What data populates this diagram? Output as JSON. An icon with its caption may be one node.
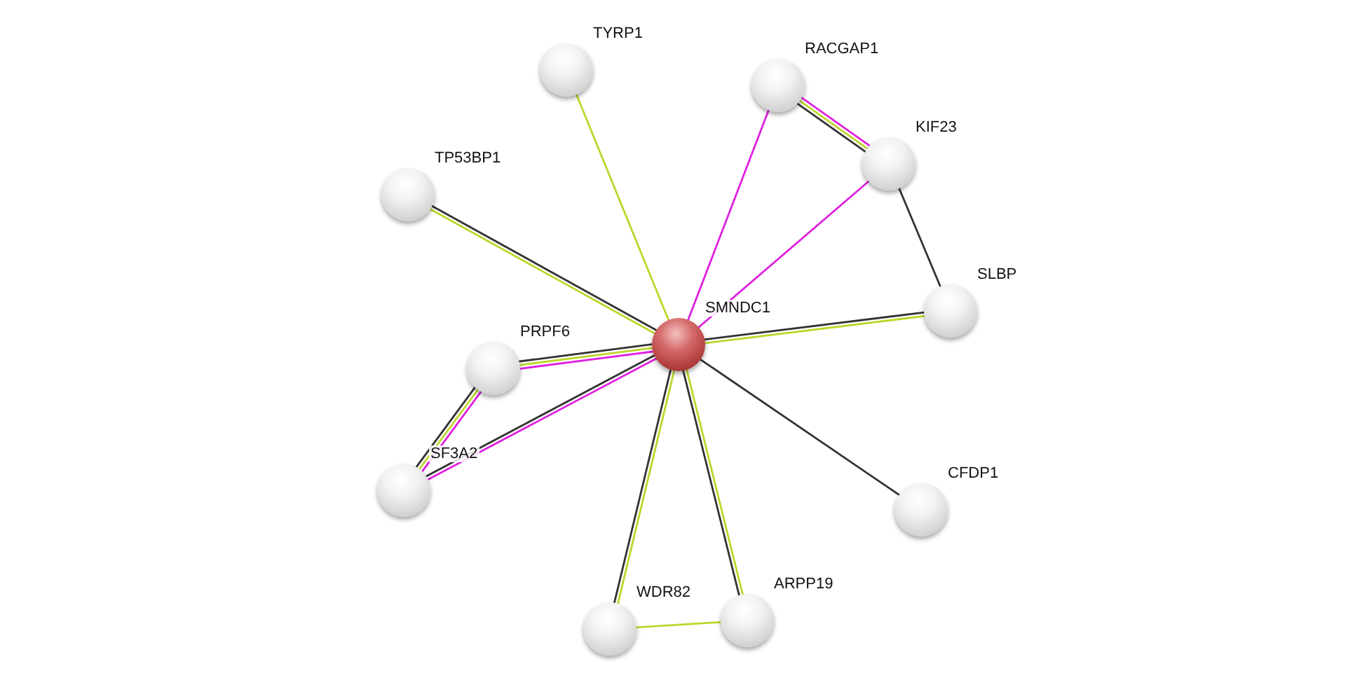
{
  "diagram": {
    "nodes": [
      {
        "text": [
          "SMNDC1"
        ]
      },
      {
        "text": [
          "TYRP1"
        ]
      },
      {
        "text": [
          "RACGAP1"
        ]
      },
      {
        "text": [
          "KIF23"
        ]
      },
      {
        "text": [
          "TP53BP1"
        ]
      },
      {
        "text": [
          "SLBP"
        ]
      },
      {
        "text": [
          "PRPF6"
        ]
      },
      {
        "text": [
          "SF3A2"
        ]
      },
      {
        "text": [
          "CFDP1"
        ]
      },
      {
        "text": [
          "WDR82"
        ]
      },
      {
        "text": [
          "ARPP19"
        ]
      }
    ],
    "edges": [
      {
        "from": 0,
        "to": 1,
        "arrow": "none",
        "color": "#bcd62a"
      },
      {
        "from": 0,
        "to": 2,
        "arrow": "none",
        "color": "#e020e0"
      },
      {
        "from": 0,
        "to": 3,
        "arrow": "none",
        "color": "#e020e0"
      },
      {
        "from": 2,
        "to": 3,
        "arrow": "none",
        "color": "#e020e0"
      },
      {
        "from": 2,
        "to": 3,
        "arrow": "none",
        "color": "#bcd62a"
      },
      {
        "from": 2,
        "to": 3,
        "arrow": "none",
        "color": "#333333"
      },
      {
        "from": 3,
        "to": 5,
        "arrow": "none",
        "color": "#333333"
      },
      {
        "from": 0,
        "to": 4,
        "arrow": "none",
        "color": "#bcd62a"
      },
      {
        "from": 0,
        "to": 4,
        "arrow": "none",
        "color": "#333333"
      },
      {
        "from": 0,
        "to": 5,
        "arrow": "none",
        "color": "#333333"
      },
      {
        "from": 0,
        "to": 5,
        "arrow": "none",
        "color": "#bcd62a"
      },
      {
        "from": 0,
        "to": 6,
        "arrow": "none",
        "color": "#e020e0"
      },
      {
        "from": 0,
        "to": 6,
        "arrow": "none",
        "color": "#bcd62a"
      },
      {
        "from": 0,
        "to": 6,
        "arrow": "none",
        "color": "#333333"
      },
      {
        "from": 0,
        "to": 7,
        "arrow": "none",
        "color": "#e020e0"
      },
      {
        "from": 0,
        "to": 7,
        "arrow": "none",
        "color": "#333333"
      },
      {
        "from": 6,
        "to": 7,
        "arrow": "none",
        "color": "#e020e0"
      },
      {
        "from": 6,
        "to": 7,
        "arrow": "none",
        "color": "#bcd62a"
      },
      {
        "from": 6,
        "to": 7,
        "arrow": "none",
        "color": "#333333"
      },
      {
        "from": 0,
        "to": 8,
        "arrow": "none",
        "color": "#333333"
      },
      {
        "from": 0,
        "to": 9,
        "arrow": "none",
        "color": "#bcd62a"
      },
      {
        "from": 0,
        "to": 9,
        "arrow": "none",
        "color": "#333333"
      },
      {
        "from": 0,
        "to": 10,
        "arrow": "none",
        "color": "#bcd62a"
      },
      {
        "from": 0,
        "to": 10,
        "arrow": "none",
        "color": "#333333"
      },
      {
        "from": 9,
        "to": 10,
        "arrow": "none",
        "color": "#bcd62a"
      }
    ]
  }
}
